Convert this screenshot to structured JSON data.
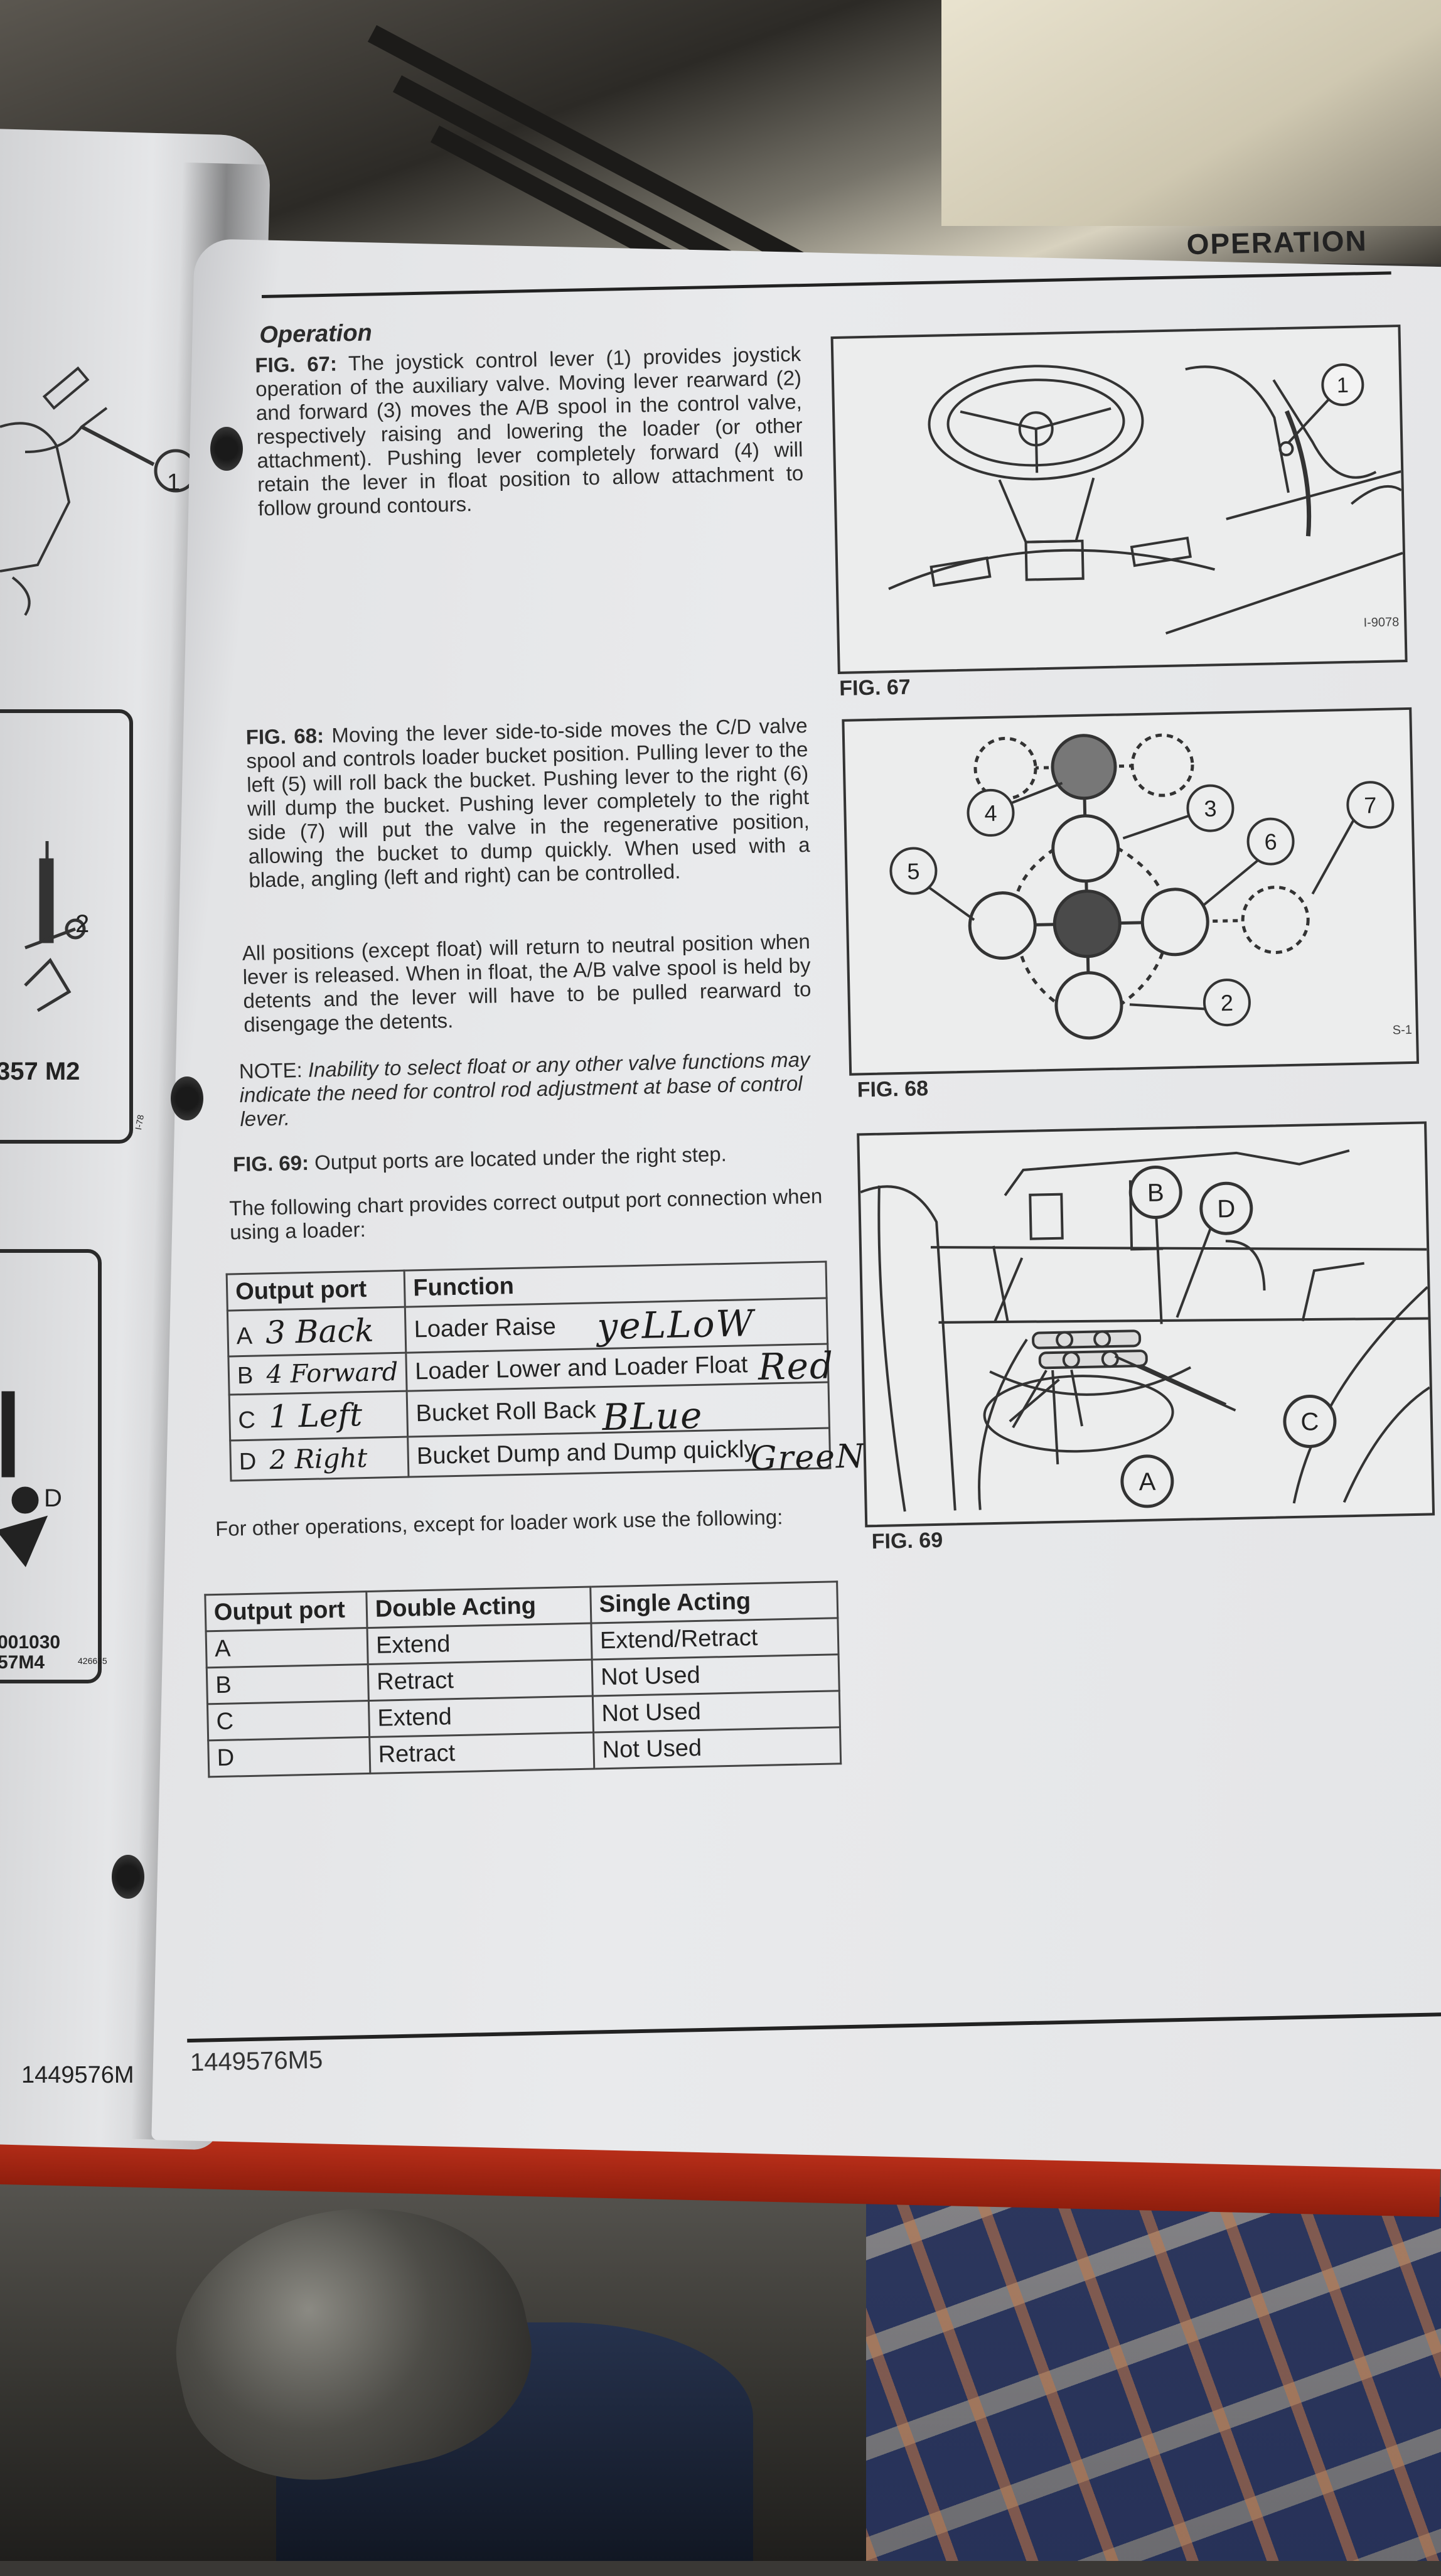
{
  "header": {
    "section": "OPERATION"
  },
  "section_title": "Operation",
  "fig67_text": {
    "label": "FIG. 67:",
    "body": "The joystick control lever (1) provides joystick operation of the auxiliary valve. Moving lever rearward (2) and forward (3) moves the A/B spool in the control valve, respectively raising and lowering the loader (or other attachment). Pushing lever completely forward (4) will retain the lever in float position to allow attachment to follow ground contours."
  },
  "fig68_text": {
    "label": "FIG. 68:",
    "body": "Moving the lever side-to-side moves the C/D valve spool and controls loader bucket position. Pulling lever to the left (5) will roll back the bucket. Pushing lever to the right (6) will dump the bucket. Pushing lever completely to the right side (7) will put the valve in the regenerative position, allowing the bucket to dump quickly. When used with a blade, angling (left and right) can be controlled."
  },
  "positions_text": "All positions (except float) will return to neutral position when lever is released. When in float, the A/B valve spool is held by detents and the lever will have to be pulled rearward to disengage the detents.",
  "note": {
    "label": "NOTE:",
    "body": "Inability to select float or any other valve functions may indicate the need for control rod adjustment at base of control lever."
  },
  "fig69_text": {
    "label": "FIG. 69:",
    "body": "Output ports are located under the right step."
  },
  "loader_intro": "The following chart provides correct output port connection when using a loader:",
  "loader_table": {
    "headers": [
      "Output port",
      "Function"
    ],
    "rows": [
      {
        "port": "A",
        "handwritten_note": "3 Back",
        "function": "Loader Raise",
        "handwritten_color": "yeLLoW"
      },
      {
        "port": "B",
        "handwritten_note": "4 Forward",
        "function": "Loader Lower and Loader Float",
        "handwritten_color": "Red"
      },
      {
        "port": "C",
        "handwritten_note": "1 Left",
        "function": "Bucket Roll Back",
        "handwritten_color": "BLue"
      },
      {
        "port": "D",
        "handwritten_note": "2 Right",
        "function": "Bucket Dump and Dump quickly",
        "handwritten_color": "GreeN"
      }
    ]
  },
  "other_intro": "For other operations, except for loader work use the following:",
  "other_table": {
    "headers": [
      "Output port",
      "Double Acting",
      "Single Acting"
    ],
    "rows": [
      [
        "A",
        "Extend",
        "Extend/Retract"
      ],
      [
        "B",
        "Retract",
        "Not Used"
      ],
      [
        "C",
        "Extend",
        "Not Used"
      ],
      [
        "D",
        "Retract",
        "Not Used"
      ]
    ]
  },
  "figures": {
    "fig67": {
      "caption": "FIG. 67",
      "id": "I-9078",
      "callout": "1"
    },
    "fig68": {
      "caption": "FIG. 68",
      "id": "S-1",
      "callouts": [
        "2",
        "3",
        "4",
        "5",
        "6",
        "7"
      ]
    },
    "fig69": {
      "caption": "FIG. 69",
      "callouts": [
        "A",
        "B",
        "C",
        "D"
      ]
    }
  },
  "footer": {
    "doc_number": "1449576M5"
  },
  "left_page": {
    "callout_1": "1",
    "callout_2": "2",
    "code_a": "357 M2",
    "code_b": "I-78",
    "label_d": "D",
    "code_c": "001030",
    "code_d": "57M4",
    "code_e": "426635",
    "footer": "1449576M"
  },
  "colors": {
    "page": "#e9eaec",
    "ink": "#2b2b2b",
    "cover": "#c1321c"
  }
}
